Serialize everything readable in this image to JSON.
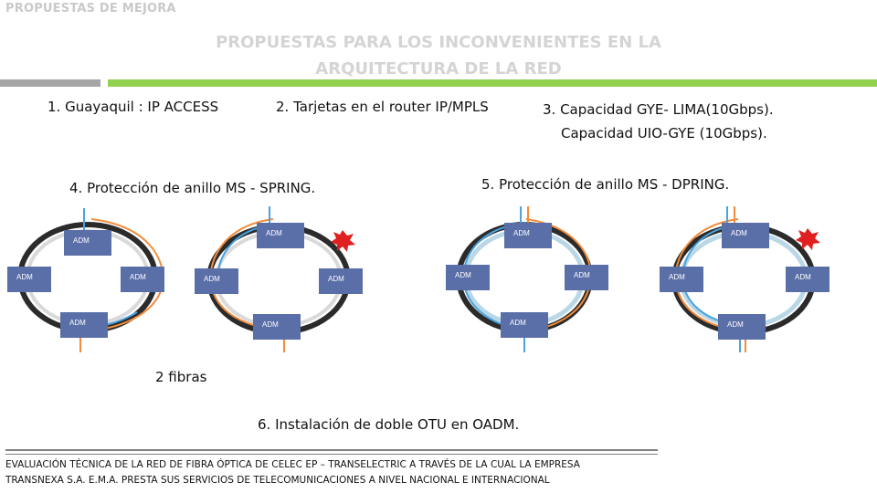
{
  "header": {
    "section_label": "PROPUESTAS DE MEJORA",
    "title_line1": "PROPUESTAS PARA LOS INCONVENIENTES EN LA",
    "title_line2": "ARQUITECTURA DE LA RED"
  },
  "colors": {
    "accent_green": "#92d050",
    "accent_gray": "#a6a6a6",
    "title_gray": "#d4d4d4",
    "fiber_orange": "#f28c3c",
    "fiber_blue": "#4aa3df"
  },
  "items": {
    "item1": "1. Guayaquil : IP ACCESS",
    "item2": "2. Tarjetas en el router IP/MPLS",
    "item3_line1": "3. Capacidad GYE- LIMA(10Gbps).",
    "item3_line2": "Capacidad UIO-GYE (10Gbps).",
    "item4": "4. Protección de anillo MS - SPRING.",
    "item5": "5. Protección de anillo MS - DPRING.",
    "fibers_note": "2 fibras",
    "item6": "6. Instalación de doble OTU en OADM."
  },
  "diagram": {
    "node_label": "ADM"
  },
  "footer": {
    "line1": "EVALUACIÓN TÉCNICA DE LA RED DE FIBRA ÓPTICA DE CELEC EP – TRANSELECTRIC A TRAVÉS DE LA CUAL LA EMPRESA",
    "line2": "TRANSNEXA S.A. E.M.A. PRESTA SUS SERVICIOS DE TELECOMUNICACIONES A NIVEL NACIONAL E INTERNACIONAL"
  }
}
